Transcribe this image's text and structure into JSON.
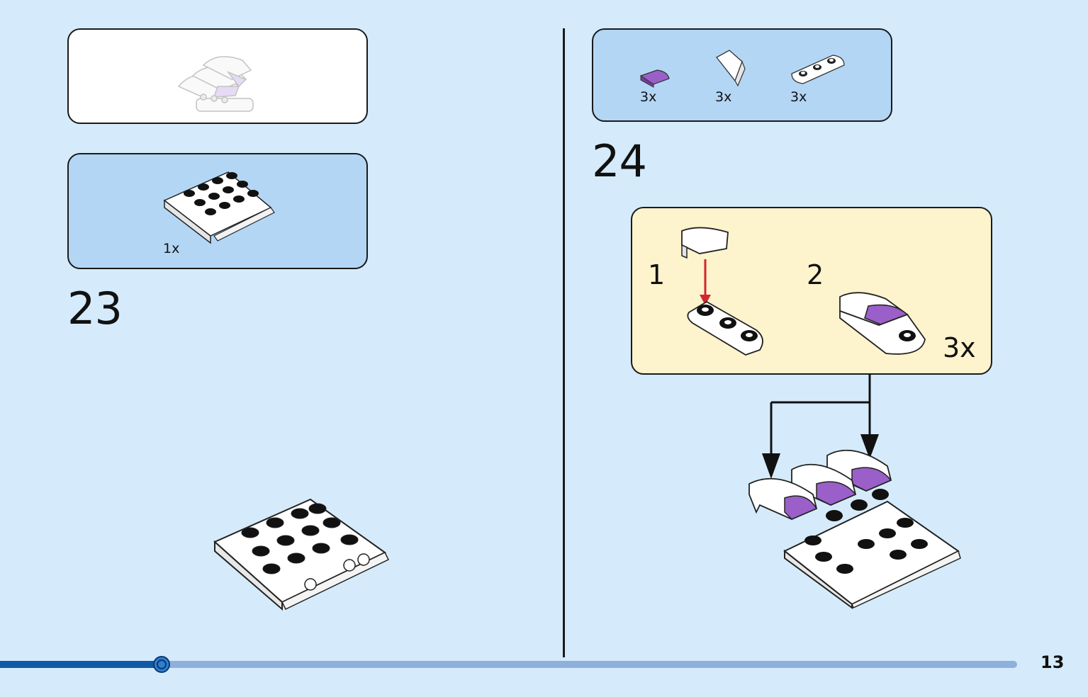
{
  "left_page": {
    "parts_quantity": "1x",
    "step_number": "23"
  },
  "right_page": {
    "parts": [
      {
        "quantity": "3x",
        "icon": "purple-curved-slope-icon"
      },
      {
        "quantity": "3x",
        "icon": "white-wedge-slope-icon"
      },
      {
        "quantity": "3x",
        "icon": "white-1x3-rounded-plate-icon"
      }
    ],
    "step_number": "24",
    "callout": {
      "substep_1": "1",
      "substep_2": "2",
      "multiplier": "3x"
    }
  },
  "footer": {
    "page_number": "13",
    "progress_fraction": 0.159
  },
  "colors": {
    "background": "#d5ebfb",
    "parts_box": "#b3d6f5",
    "callout_box": "#fdf3cc",
    "purple_brick": "#9a5fc8",
    "arrow_red": "#d3262e",
    "progress_fill": "#0f5aa6",
    "progress_track": "#8fb0dc"
  }
}
